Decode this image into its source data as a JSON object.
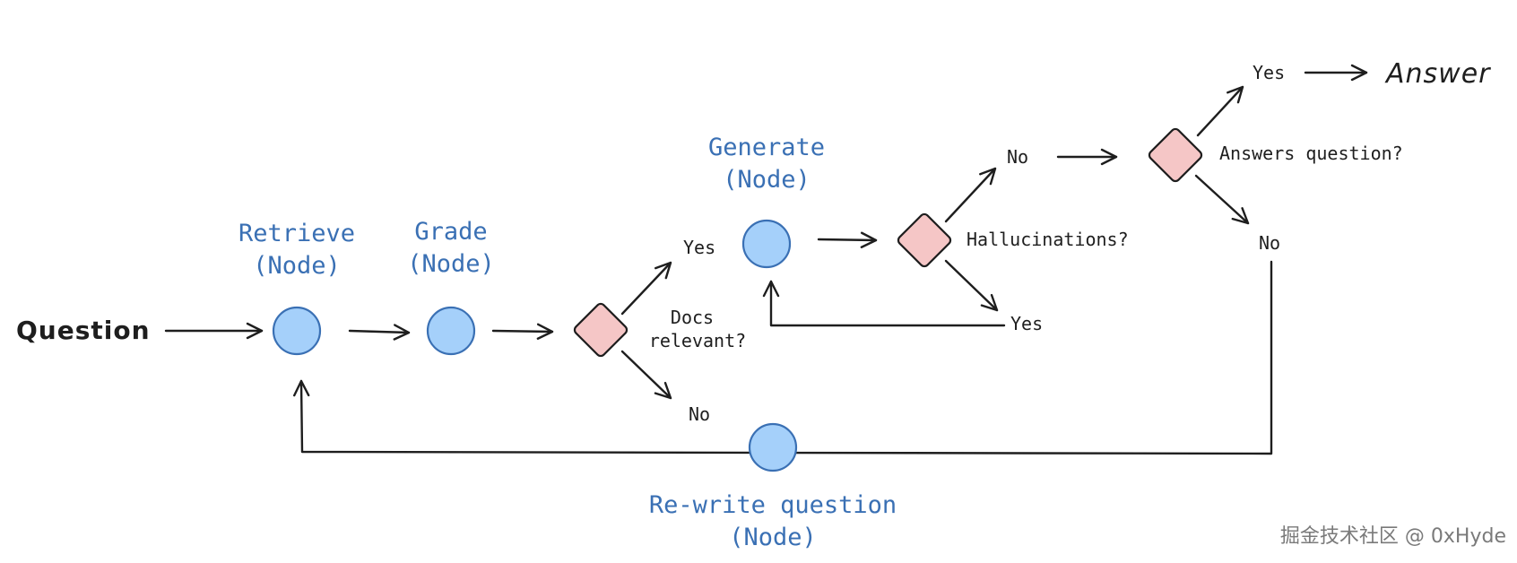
{
  "colors": {
    "node_fill": "#a5d0fa",
    "node_stroke": "#3a70b4",
    "node_label": "#3a70b4",
    "decision_fill": "#f5c6c6",
    "line": "#1e1e1e",
    "watermark": "#7a7a7a"
  },
  "labels": {
    "question": "Question",
    "answer": "Answer",
    "retrieve_line1": "Retrieve",
    "retrieve_line2": "(Node)",
    "grade_line1": "Grade",
    "grade_line2": "(Node)",
    "generate_line1": "Generate",
    "generate_line2": "(Node)",
    "rewrite_line1": "Re-write question",
    "rewrite_line2": "(Node)",
    "docs_relevant_line1": "Docs",
    "docs_relevant_line2": "relevant?",
    "hallucinations": "Hallucinations?",
    "answers_question": "Answers question?",
    "docs_yes": "Yes",
    "docs_no": "No",
    "halluc_no": "No",
    "halluc_yes": "Yes",
    "answers_yes": "Yes",
    "answers_no": "No",
    "watermark": "掘金技术社区 @ 0xHyde"
  }
}
